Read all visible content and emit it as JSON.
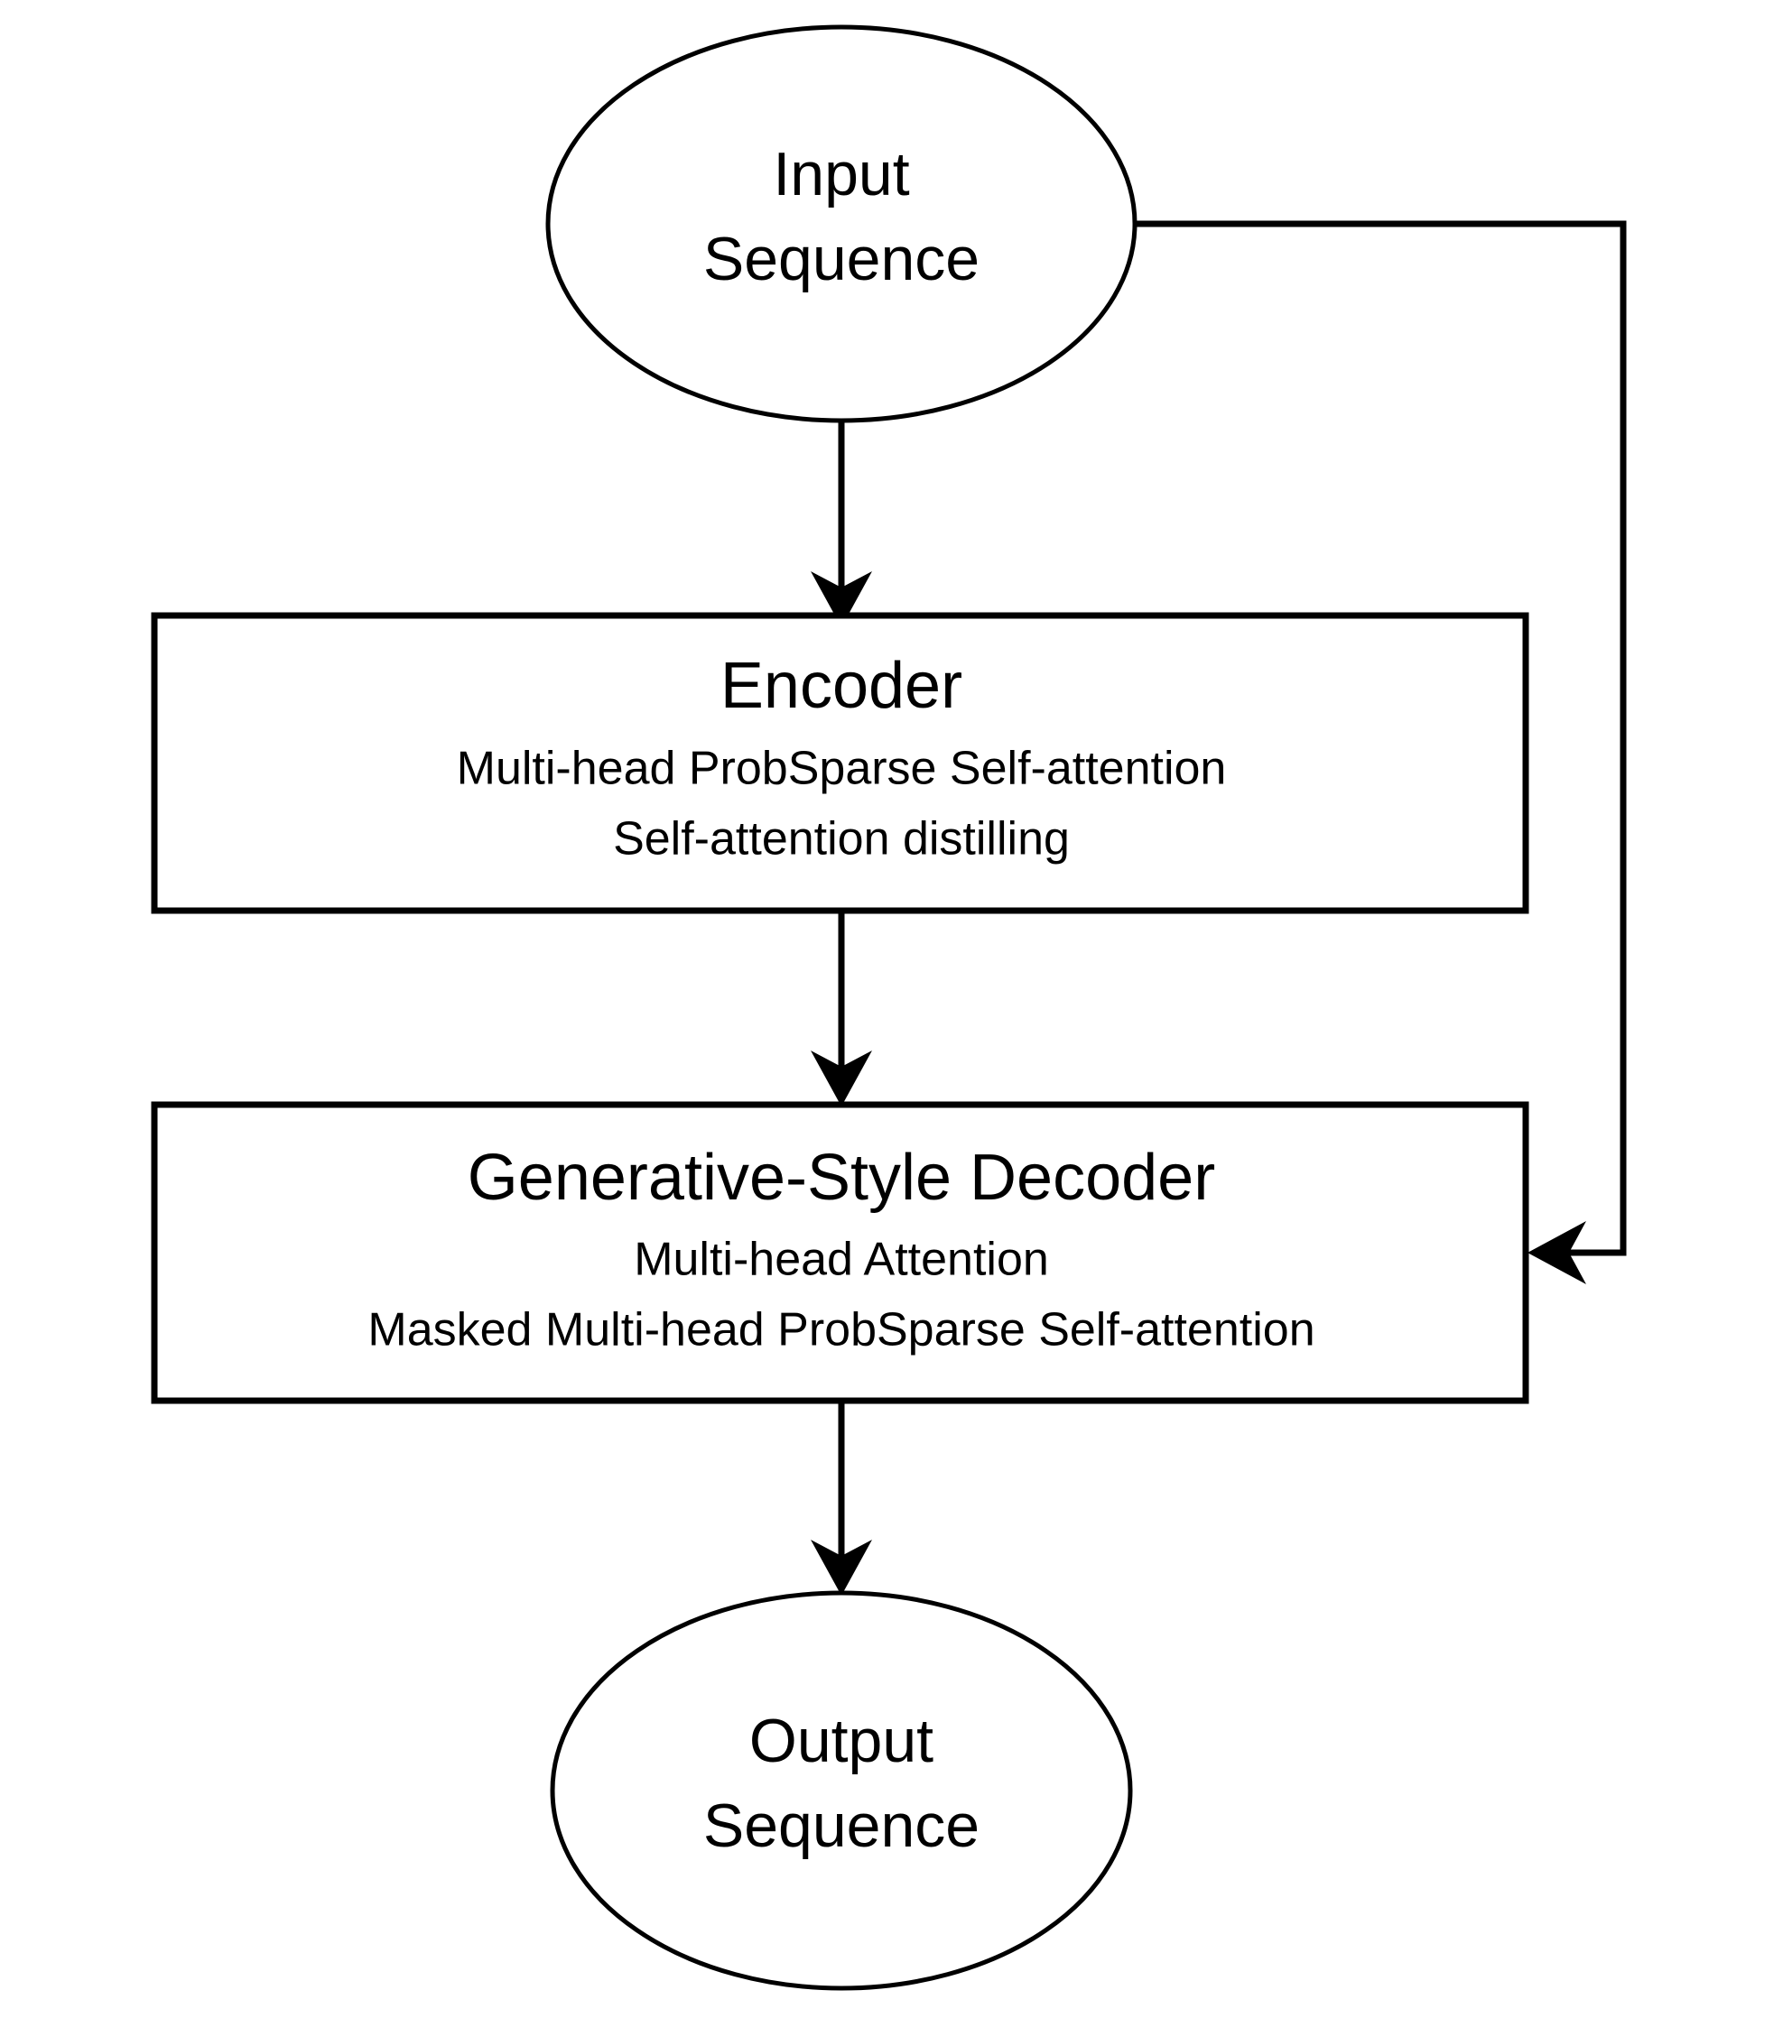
{
  "diagram": {
    "type": "flowchart",
    "orientation": "top-to-bottom",
    "background_color": "#ffffff",
    "stroke_color": "#000000",
    "text_color": "#000000",
    "nodes": [
      {
        "id": "input",
        "shape": "ellipse",
        "line1": "Input",
        "line2": "Sequence"
      },
      {
        "id": "encoder",
        "shape": "rectangle",
        "title": "Encoder",
        "sub1": "Multi-head ProbSparse Self-attention",
        "sub2": "Self-attention distilling"
      },
      {
        "id": "decoder",
        "shape": "rectangle",
        "title": "Generative-Style Decoder",
        "sub1": "Multi-head Attention",
        "sub2": "Masked Multi-head ProbSparse Self-attention"
      },
      {
        "id": "output",
        "shape": "ellipse",
        "line1": "Output",
        "line2": "Sequence"
      }
    ],
    "edges": [
      {
        "id": "input-to-encoder",
        "from": "input",
        "to": "encoder",
        "style": "straight-arrow",
        "label": ""
      },
      {
        "id": "encoder-to-decoder",
        "from": "encoder",
        "to": "decoder",
        "style": "straight-arrow",
        "label": ""
      },
      {
        "id": "decoder-to-output",
        "from": "decoder",
        "to": "output",
        "style": "straight-arrow",
        "label": ""
      },
      {
        "id": "input-to-decoder-skip",
        "from": "input",
        "to": "decoder",
        "style": "orthogonal-right-side-arrow",
        "label": ""
      }
    ]
  }
}
